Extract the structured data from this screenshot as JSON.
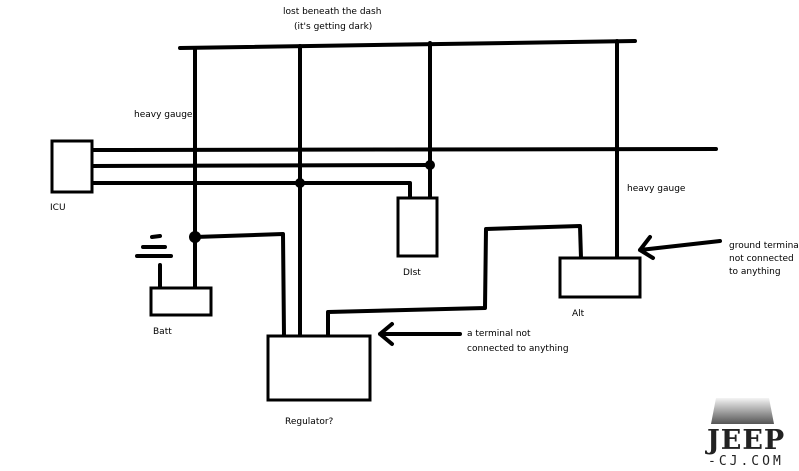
{
  "labels": {
    "dash_line1": "lost beneath the dash",
    "dash_line2": "(it's getting dark)",
    "heavy_gauge_left": "heavy gauge",
    "heavy_gauge_right": "heavy gauge",
    "icu": "ICU",
    "dist": "DIst",
    "batt": "Batt",
    "regulator": "Regulator?",
    "alt": "Alt",
    "ground_note": [
      "ground terminal",
      "not connected",
      "to anything"
    ],
    "terminal_note": [
      "a terminal not",
      "connected to anything"
    ]
  },
  "logo": {
    "line1": "JEEP",
    "line2": "-CJ.COM"
  }
}
